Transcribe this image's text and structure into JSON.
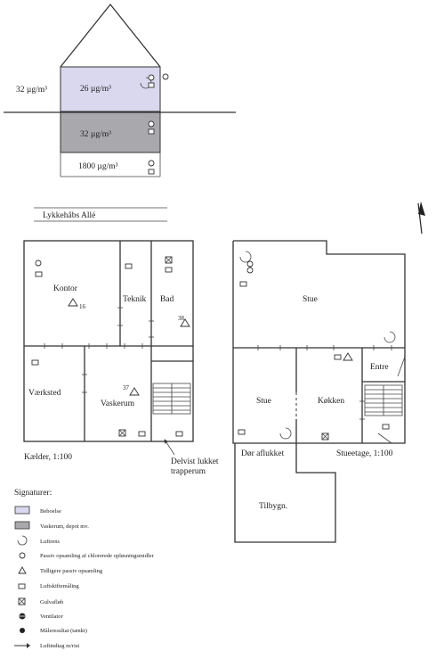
{
  "section": {
    "outside_value": "32 µg/m³",
    "upper_floor_value": "26 µg/m³",
    "ground_floor_value": "32 µg/m³",
    "basement_value": "1800 µg/m³"
  },
  "street": {
    "name": "Lykkehåbs Allé"
  },
  "basement": {
    "scale_label": "Kælder, 1:100",
    "note": [
      "Delvist lukket",
      "trapperum"
    ],
    "rooms": {
      "kontor": "Kontor",
      "teknik": "Teknik",
      "bad": "Bad",
      "vaerksted": "Værksted",
      "vaskerum": "Vaskerum"
    },
    "measurements": {
      "kontor": "16",
      "bad": "38",
      "vaskerum": "37"
    }
  },
  "ground_floor": {
    "scale_label": "Stueetage, 1:100",
    "note": "Dør aflukket",
    "rooms": {
      "stue_large": "Stue",
      "entre": "Entre",
      "stue": "Stue",
      "kokken": "Køkken",
      "tilbygn": "Tilbygn."
    }
  },
  "legend": {
    "title": "Signaturer:",
    "items": [
      {
        "symbol": "fill-light",
        "label": "Beboelse"
      },
      {
        "symbol": "fill-dark",
        "label": "Vaskerum, depot mv."
      },
      {
        "symbol": "air-purifier",
        "label": "Luftrens"
      },
      {
        "symbol": "circle",
        "label": "Passiv opsamling af chlorerede opløsningsmidler"
      },
      {
        "symbol": "triangle",
        "label": "Tidligere passiv opsamling"
      },
      {
        "symbol": "square",
        "label": "Luftskiftemåling"
      },
      {
        "symbol": "floor-drain",
        "label": "Gulvafløb"
      },
      {
        "symbol": "ventilator",
        "label": "Ventilator"
      },
      {
        "symbol": "dot",
        "label": "Måleresultat (tænkt)"
      },
      {
        "symbol": "arrow",
        "label": "Luftindtag m/rist"
      }
    ]
  },
  "colors": {
    "beboelse": "#d9d8ee",
    "vaskerum": "#a9a9ad"
  },
  "icons": [
    "compass-north-arrow-icon"
  ]
}
